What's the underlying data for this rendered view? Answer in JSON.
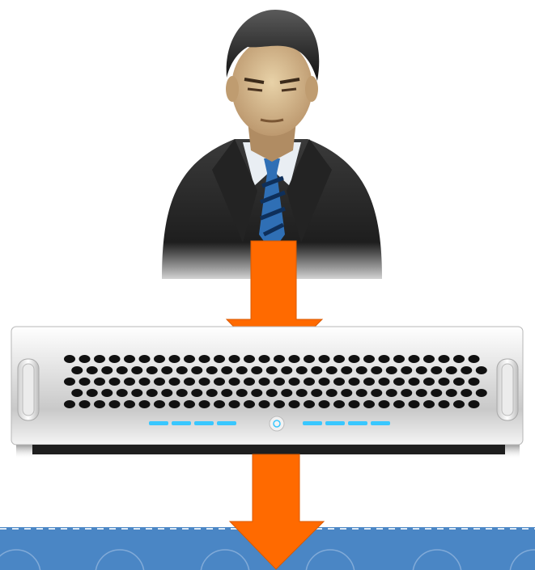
{
  "diagram": {
    "nodes": [
      {
        "id": "user",
        "icon": "businessman-icon"
      },
      {
        "id": "server",
        "icon": "rack-server-icon"
      },
      {
        "id": "storage",
        "icon": "blue-panel-icon"
      }
    ],
    "edges": [
      {
        "from": "user",
        "to": "server",
        "style": "arrow-down"
      },
      {
        "from": "server",
        "to": "storage",
        "style": "arrow-down"
      }
    ]
  },
  "colors": {
    "arrow": "#ff6a00",
    "arrow_stroke": "#d85a00",
    "panel_blue": "#4a86c5",
    "server_led": "#39c7ff",
    "suit": "#2b2b2b",
    "tie_blue": "#2f6fb5"
  }
}
